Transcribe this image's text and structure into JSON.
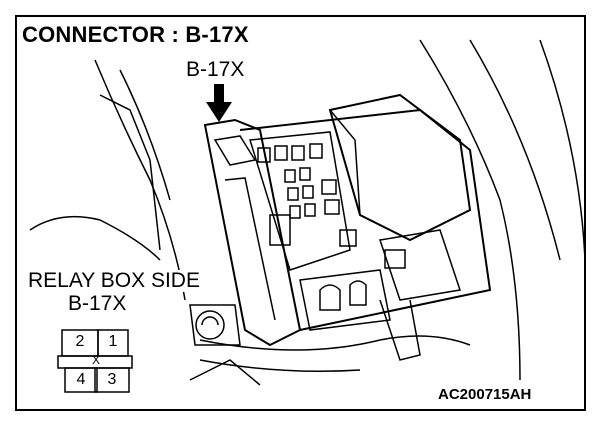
{
  "title": "CONNECTOR : B-17X",
  "callout_label": "B-17X",
  "side_view": {
    "title": "RELAY BOX SIDE",
    "connector": "B-17X",
    "pins": [
      "2",
      "1",
      "4",
      "3"
    ],
    "cross_mark": "X"
  },
  "figure_code": "AC200715AH",
  "colors": {
    "line": "#000000",
    "background": "#ffffff"
  }
}
